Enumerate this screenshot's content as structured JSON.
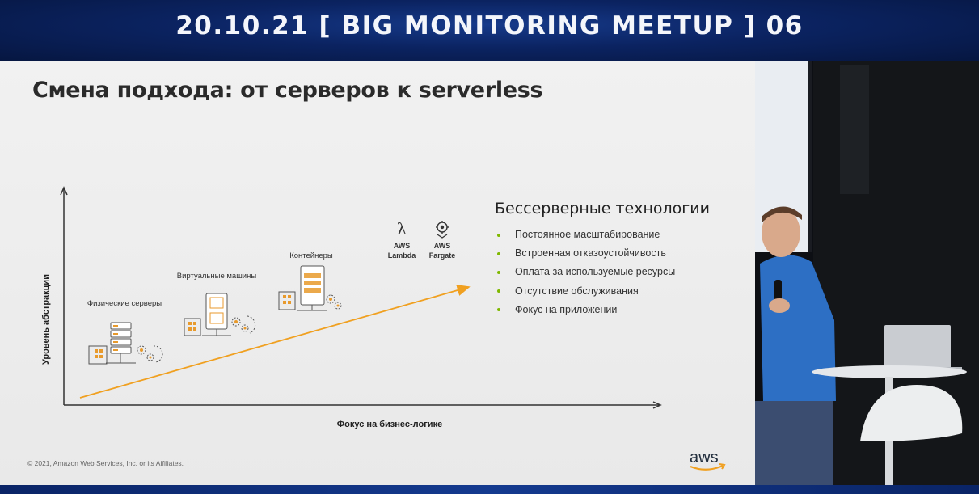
{
  "banner": {
    "title": "20.10.21 [ BIG MONITORING MEETUP ] 06"
  },
  "slide": {
    "title": "Смена подхода: от серверов к serverless",
    "stages": [
      {
        "label": "Физические серверы"
      },
      {
        "label": "Виртуальные машины"
      },
      {
        "label": "Контейнеры"
      }
    ],
    "services": [
      {
        "line1": "AWS",
        "line2": "Lambda",
        "icon": "lambda-icon"
      },
      {
        "line1": "AWS",
        "line2": "Fargate",
        "icon": "fargate-icon"
      }
    ],
    "y_axis_label": "Уровень абстракции",
    "x_axis_label": "Фокус на бизнес-логике",
    "panel": {
      "title": "Бессерверные технологии",
      "bullets": [
        "Постоянное масштабирование",
        "Встроенная отказоустойчивость",
        "Оплата за используемые ресурсы",
        "Отсутствие обслуживания",
        "Фокус на приложении"
      ]
    },
    "copyright": "© 2021, Amazon Web Services, Inc. or its Affiliates.",
    "logo_text": "aws"
  },
  "colors": {
    "accent_arrow": "#f0a020",
    "bullet": "#7fb800",
    "icon_orange": "#e89a2c",
    "banner_bg": "#0b2361"
  }
}
